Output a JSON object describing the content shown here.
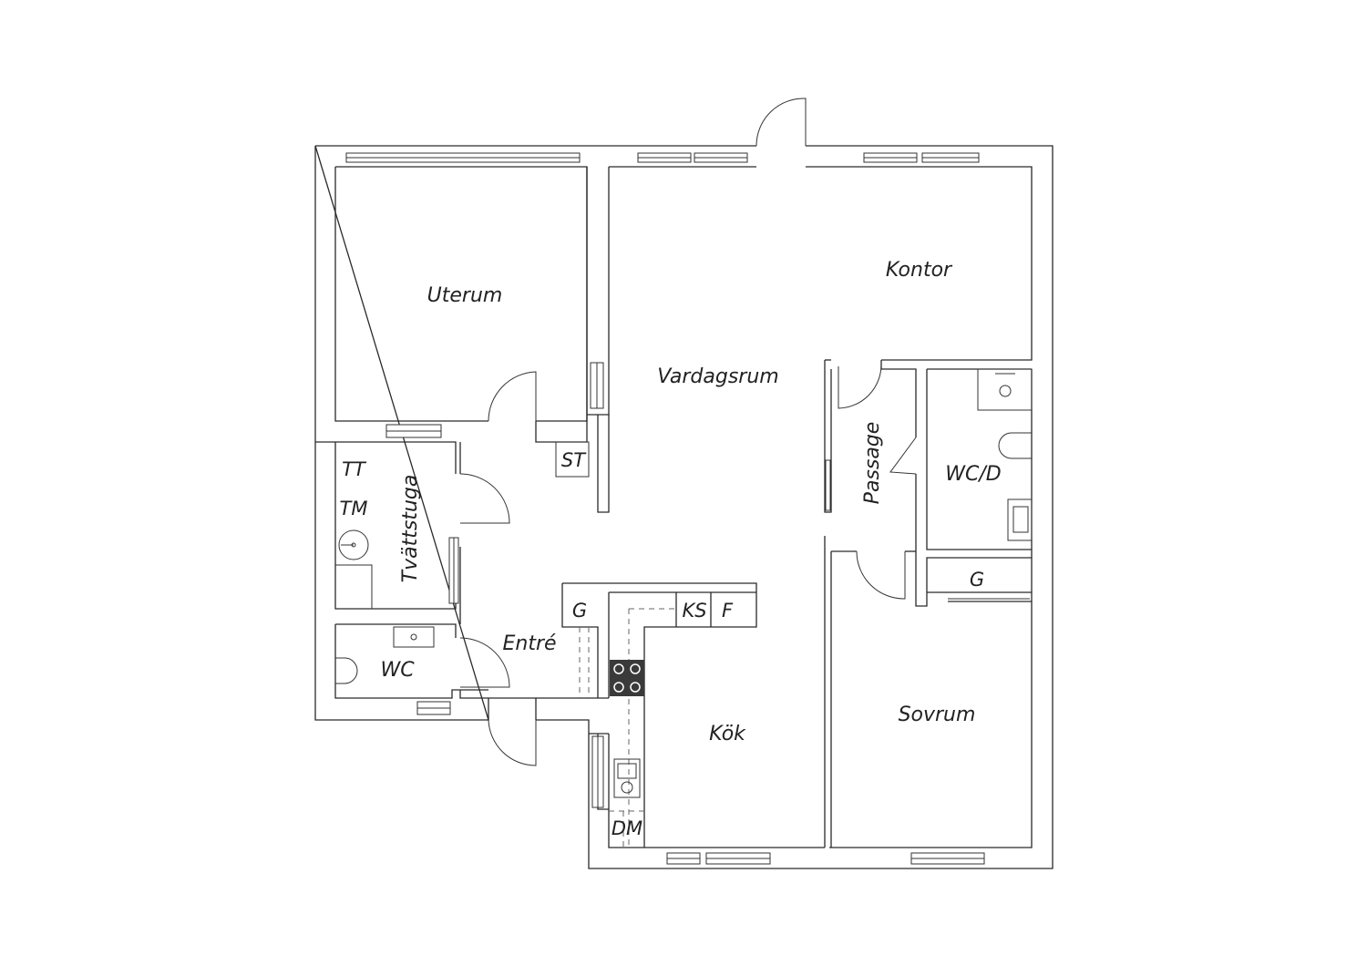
{
  "rooms": {
    "uterum": "Uterum",
    "vardagsrum": "Vardagsrum",
    "kontor": "Kontor",
    "passage": "Passage",
    "wcd": "WC/D",
    "tvattstuga": "Tvättstuga",
    "entre": "Entré",
    "wc": "WC",
    "kok": "Kök",
    "sovrum": "Sovrum"
  },
  "fixtures": {
    "st": "ST",
    "tt": "TT",
    "tm": "TM",
    "g_kitchen": "G",
    "ks": "KS",
    "f": "F",
    "dm": "DM",
    "g_closet": "G"
  },
  "colors": {
    "line": "#2a2a2a",
    "background": "#ffffff",
    "stove": "#3a3a3a"
  }
}
